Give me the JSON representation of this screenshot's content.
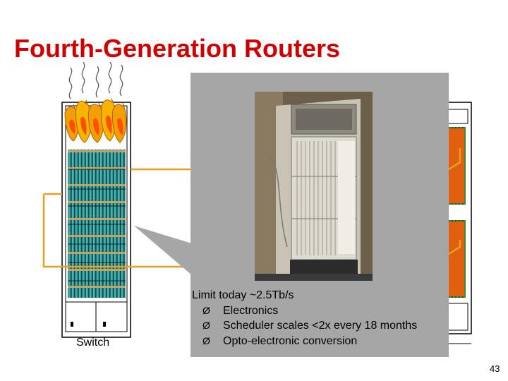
{
  "slide": {
    "title": "Fourth-Generation Routers",
    "switch_label": "Switch",
    "slide_number": "43"
  },
  "callout": {
    "heading": "Limit today ~2.5Tb/s",
    "bullet_glyph": "Ø",
    "bullets": [
      "Electronics",
      "Scheduler scales <2x every 18 months",
      "Opto-electronic conversion"
    ]
  },
  "colors": {
    "title": "#cc0000",
    "callout_bg": "#a6a6a6",
    "link_line": "#e8a020",
    "rack_teal": "#1f8a8a",
    "flame_orange": "#f2a000"
  }
}
